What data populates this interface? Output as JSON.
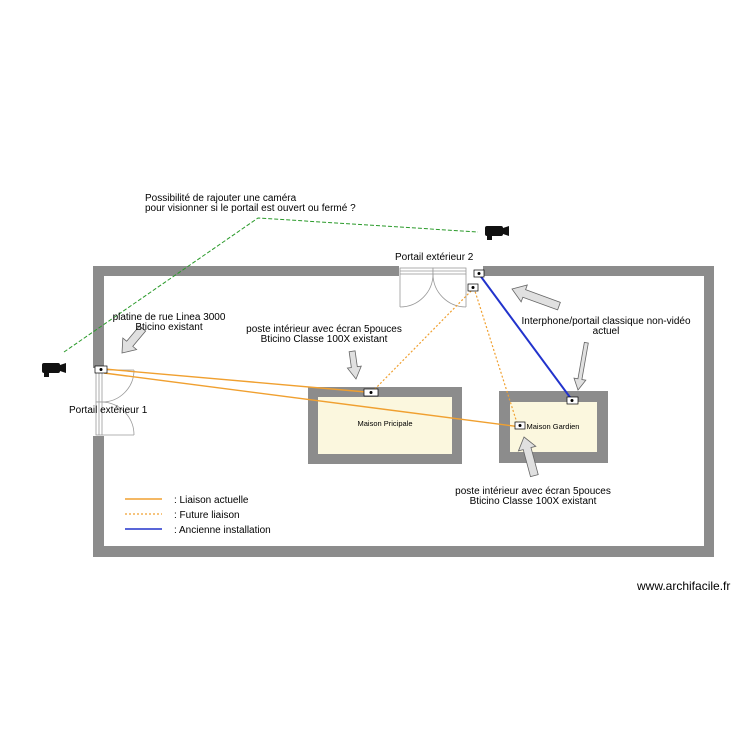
{
  "labels": {
    "camera_note_line1": "Possibilité de rajouter une caméra",
    "camera_note_line2": "pour visionner si le portail est ouvert ou fermé ?",
    "gate2": "Portail extérieur 2",
    "gate1": "Portail extérieur 1",
    "platine_line1": "platine de rue Linea 3000",
    "platine_line2": "Bticino existant",
    "poste1_line1": "poste intérieur avec écran 5pouces",
    "poste1_line2": "Bticino Classe 100X existant",
    "interphone_line1": "Interphone/portail classique non-vidéo",
    "interphone_line2": "actuel",
    "house_main": "Maison Pricipale",
    "house_guard": "Maison Gardien",
    "poste2_line1": "poste intérieur avec écran 5pouces",
    "poste2_line2": "Bticino Classe 100X existant",
    "watermark": "www.archifacile.fr"
  },
  "legend": [
    {
      "label": ": Liaison actuelle",
      "color": "#f0a030",
      "style": "solid"
    },
    {
      "label": ": Future liaison",
      "color": "#f0a030",
      "style": "dotted"
    },
    {
      "label": ": Ancienne installation",
      "color": "#2233cc",
      "style": "solid"
    }
  ],
  "colors": {
    "wall": "#8c8c8c",
    "house_fill": "#fbf7de",
    "current_link": "#f0a030",
    "old_link": "#2233cc",
    "camera_link": "#2a9a2a",
    "arrow_fill": "#e0e0e0"
  }
}
